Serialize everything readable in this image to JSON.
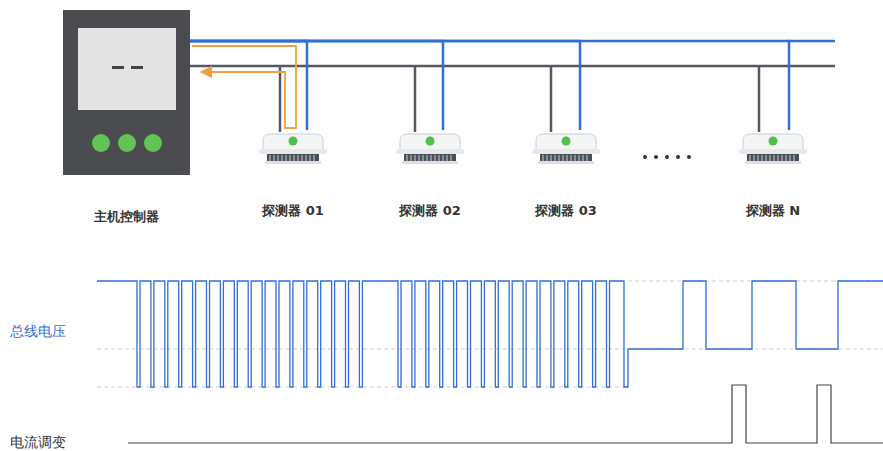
{
  "diagram": {
    "nodes": [
      {
        "text": [
          "主机控制器"
        ]
      },
      {
        "text": [
          "探测器 01"
        ]
      },
      {
        "text": [
          "探测器 02"
        ]
      },
      {
        "text": [
          "探测器 03"
        ]
      },
      {
        "text": [
          "探测器 N"
        ]
      }
    ],
    "edges": [
      {
        "from": 0,
        "to": 1,
        "arrow": "none"
      },
      {
        "from": 0,
        "to": 2,
        "arrow": "none"
      },
      {
        "from": 0,
        "to": 3,
        "arrow": "none"
      },
      {
        "from": 0,
        "to": 4,
        "arrow": "none"
      }
    ],
    "labels": [
      "总线电压",
      "电流调变"
    ]
  }
}
